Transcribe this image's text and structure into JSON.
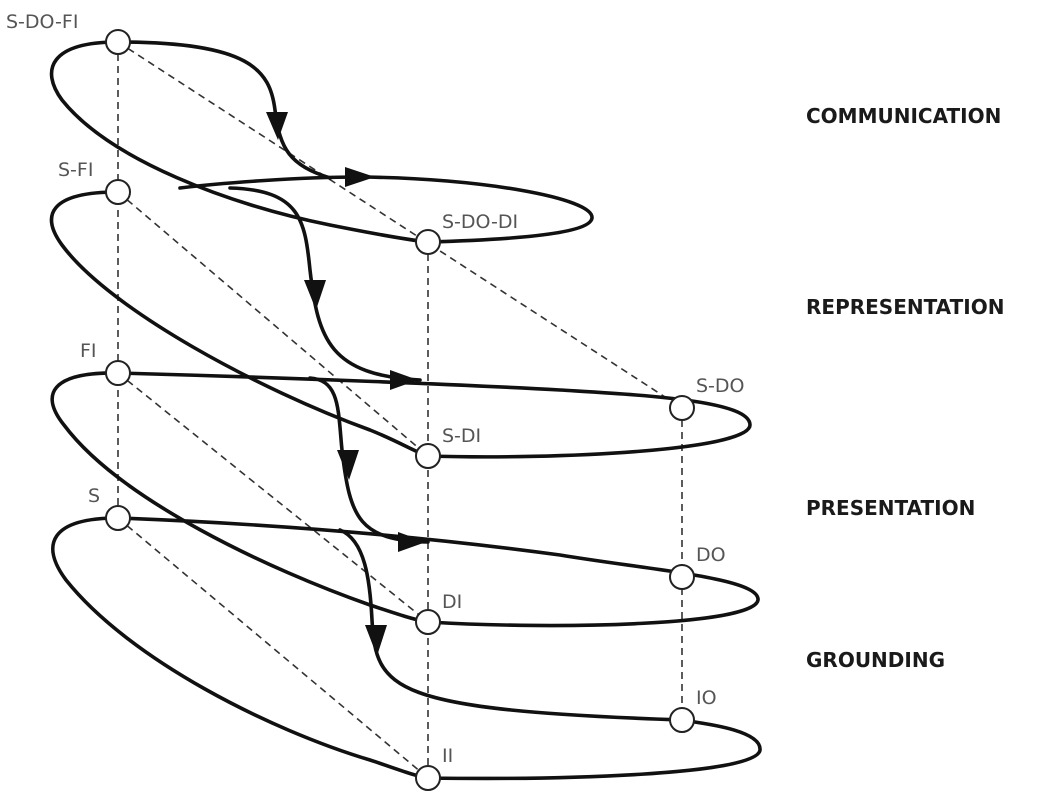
{
  "nodes": {
    "s_do_fi": "S-DO-FI",
    "s_fi": "S-FI",
    "fi": "FI",
    "s": "S",
    "s_do_di": "S-DO-DI",
    "s_di": "S-DI",
    "di": "DI",
    "ii": "II",
    "s_do": "S-DO",
    "do": "DO",
    "io": "IO"
  },
  "levels": {
    "communication": "COMMUNICATION",
    "representation": "REPRESENTATION",
    "presentation": "PRESENTATION",
    "grounding": "GROUNDING"
  }
}
